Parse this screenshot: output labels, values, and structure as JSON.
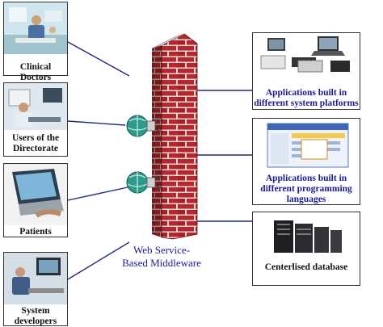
{
  "left_boxes": [
    {
      "label": "Clinical Doctors",
      "icon": "doctor-photo"
    },
    {
      "label": "Users of the Directorate",
      "icon": "office-user-photo"
    },
    {
      "label": "Patients",
      "icon": "laptop-user-photo"
    },
    {
      "label": "System developers",
      "icon": "developer-photo"
    }
  ],
  "right_boxes": [
    {
      "label": "Applications built in different system platforms",
      "icon": "devices-photo",
      "color": "#1b1b8f"
    },
    {
      "label": "Applications built in different programming languages",
      "icon": "app-window-screenshot",
      "color": "#1b1b8f"
    },
    {
      "label": "Centerlised database",
      "icon": "server-rack-photo",
      "color": "#111111"
    }
  ],
  "middleware_label": "Web Service-Based Middleware",
  "colors": {
    "brick": "#b8262b",
    "mortar": "#d9d9d9",
    "connector": "#1f2b7a",
    "label_blue": "#1b1b8f",
    "globe": "#2e9a8c"
  }
}
